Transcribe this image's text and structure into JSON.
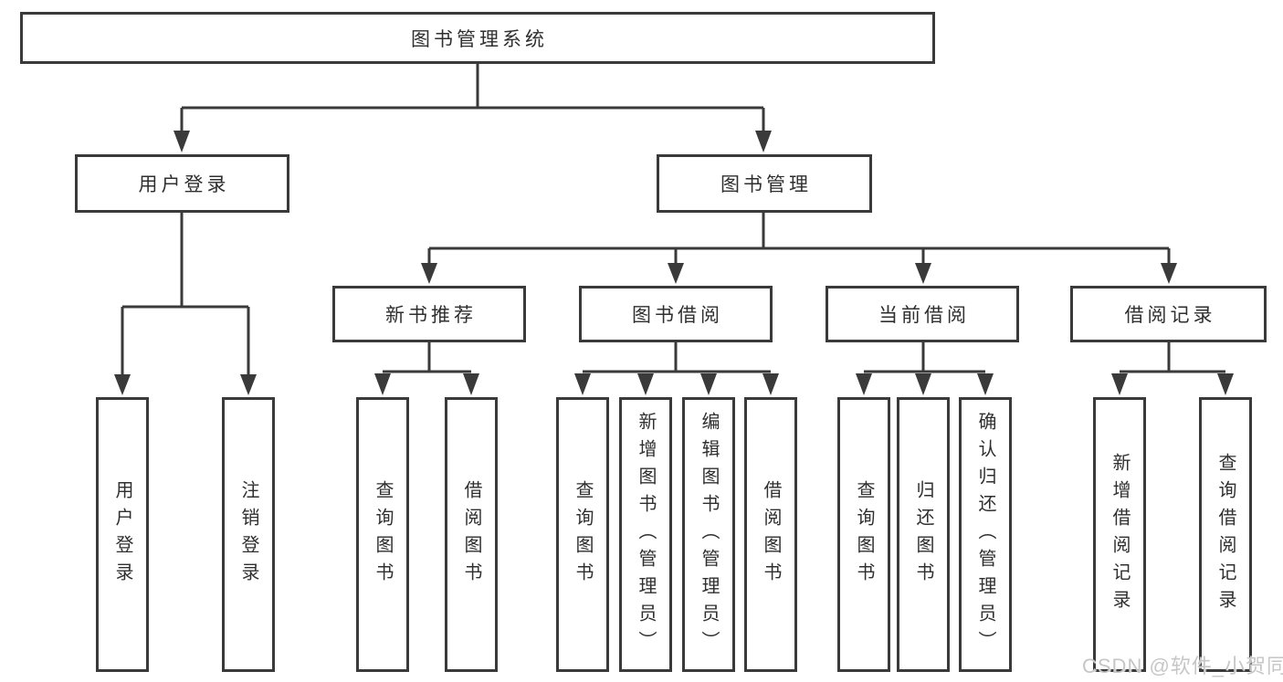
{
  "diagram": {
    "root": "图书管理系统",
    "level2": [
      "用户登录",
      "图书管理"
    ],
    "level3": [
      "新书推荐",
      "图书借阅",
      "当前借阅",
      "借阅记录"
    ],
    "leaves": {
      "user_login": [
        "用户登录",
        "注销登录"
      ],
      "new_book_recommend": [
        "查询图书",
        "借阅图书"
      ],
      "book_borrow": [
        "查询图书",
        "新增图书（管理员）",
        "编辑图书（管理员）",
        "借阅图书"
      ],
      "current_borrow": [
        "查询图书",
        "归还图书",
        "确认归还（管理员）"
      ],
      "borrow_records": [
        "新增借阅记录",
        "查询借阅记录"
      ]
    }
  },
  "watermark": "CSDN @软件_小贺同学",
  "colors": {
    "line": "#3a3a3a",
    "text": "#2f2f2f",
    "background": "#ffffff",
    "watermark": "#c6c6c6"
  }
}
